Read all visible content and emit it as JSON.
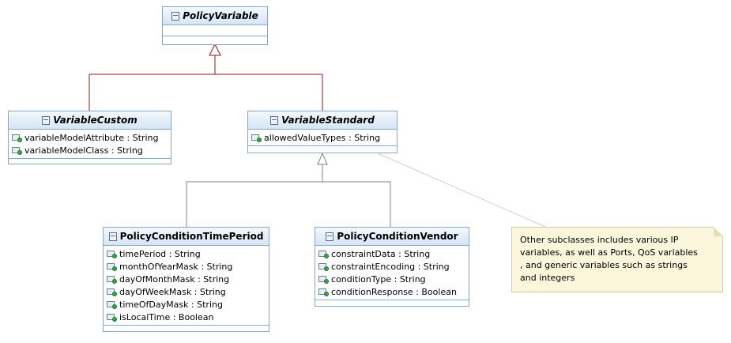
{
  "classes": {
    "policy_variable": {
      "name": "PolicyVariable",
      "abstract": true,
      "attributes": []
    },
    "variable_custom": {
      "name": "VariableCustom",
      "abstract": true,
      "attributes": [
        "variableModelAttribute : String",
        "variableModelClass : String"
      ]
    },
    "variable_standard": {
      "name": "VariableStandard",
      "abstract": true,
      "attributes": [
        "allowedValueTypes : String"
      ]
    },
    "time_period": {
      "name": "PolicyConditionTimePeriod",
      "abstract": false,
      "attributes": [
        "timePeriod : String",
        "monthOfYearMask : String",
        "dayOfMonthMask : String",
        "dayOfWeekMask : String",
        "timeOfDayMask : String",
        "isLocalTime : Boolean"
      ]
    },
    "vendor": {
      "name": "PolicyConditionVendor",
      "abstract": false,
      "attributes": [
        "constraintData : String",
        "constraintEncoding : String",
        "conditionType : String",
        "conditionResponse : Boolean"
      ]
    }
  },
  "note": {
    "text": "Other subclasses includes various IP\nvariables, as well as Ports, QoS variables\n, and generic variables such as strings\nand integers"
  },
  "colors": {
    "generalization_top": "#8b1a1a",
    "generalization_bottom": "#808080",
    "class_border": "#8aa6c5",
    "note_fill": "#fbf6dc"
  },
  "icons": {
    "class": "class-icon",
    "attribute": "attribute-icon"
  }
}
